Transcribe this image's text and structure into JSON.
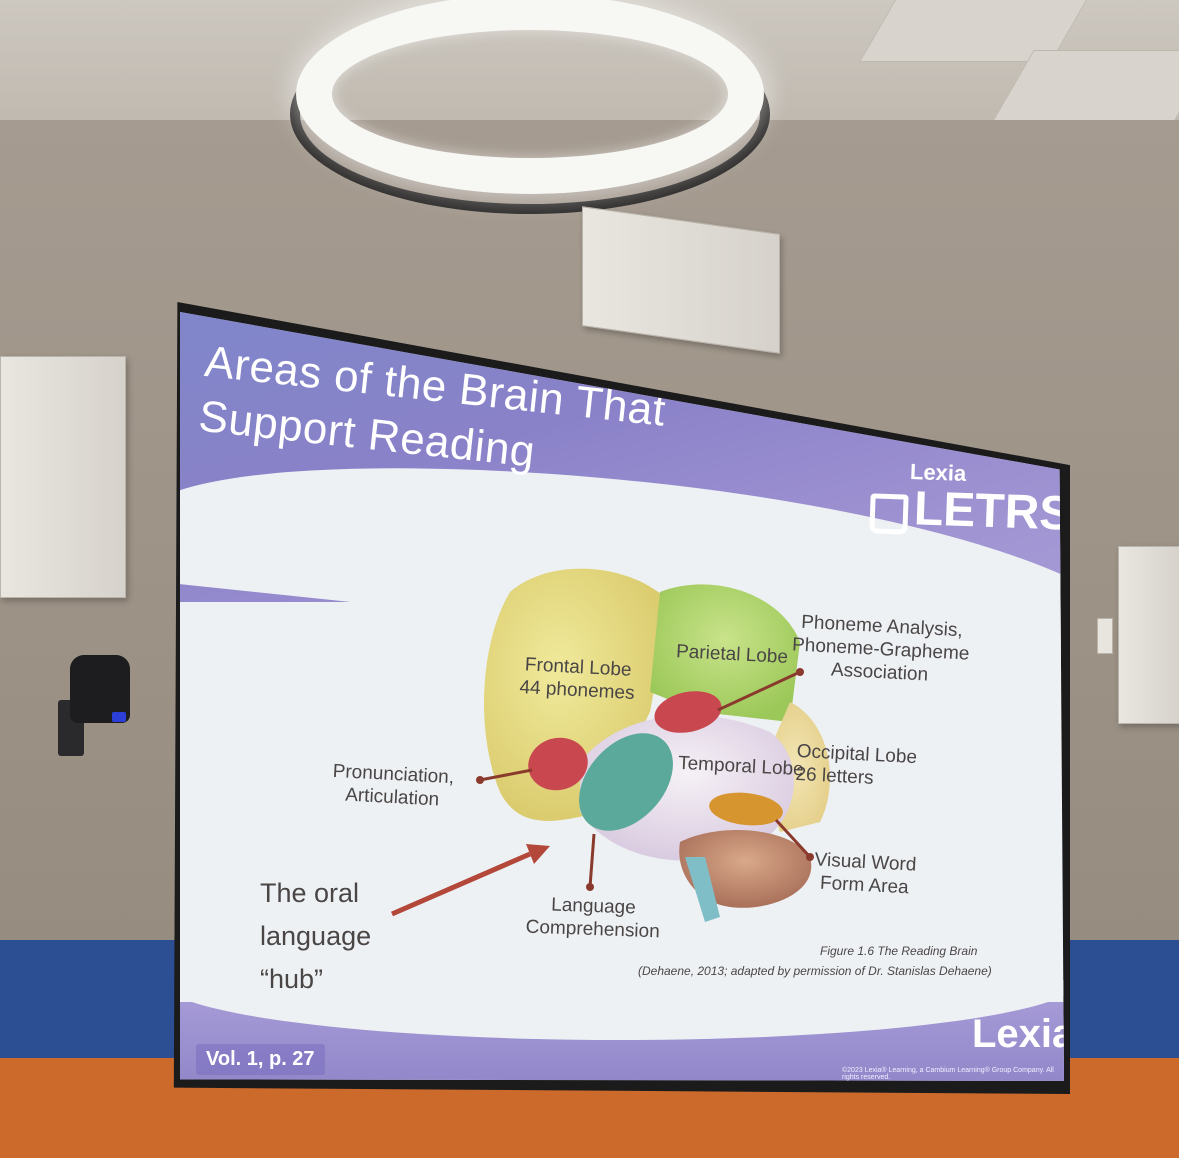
{
  "slide": {
    "title_line1": "Areas of the Brain That",
    "title_line2": "Support Reading",
    "brand_top": "Lexia",
    "brand_logo": "LETRS",
    "brand_bottom": "Lexia",
    "volume_ref": "Vol. 1, p. 27",
    "copyright": "©2023 Lexia® Learning, a Cambium Learning® Group Company. All rights reserved.",
    "figure_caption": "Figure 1.6 The Reading Brain",
    "figure_source": "(Dehaene, 2013; adapted by permission of Dr. Stanislas Dehaene)",
    "hub_lines": [
      "The oral",
      "language",
      "“hub”"
    ],
    "labels": {
      "frontal_lobe": "Frontal Lobe",
      "frontal_detail": "44 phonemes",
      "parietal_lobe": "Parietal Lobe",
      "phoneme_1": "Phoneme Analysis,",
      "phoneme_2": "Phoneme-Grapheme",
      "phoneme_3": "Association",
      "pronunciation_1": "Pronunciation,",
      "pronunciation_2": "Articulation",
      "temporal_lobe": "Temporal Lobe",
      "occipital_lobe": "Occipital Lobe",
      "occipital_detail": "26 letters",
      "vwfa_1": "Visual Word",
      "vwfa_2": "Form Area",
      "language_1": "Language",
      "language_2": "Comprehension"
    }
  },
  "colors": {
    "slide_header": "#8a82c9",
    "region_red": "#c9474e",
    "region_teal": "#5aa99a",
    "region_orange": "#d6952e",
    "label_red": "#c4472e",
    "arrow": "#b3473a"
  }
}
